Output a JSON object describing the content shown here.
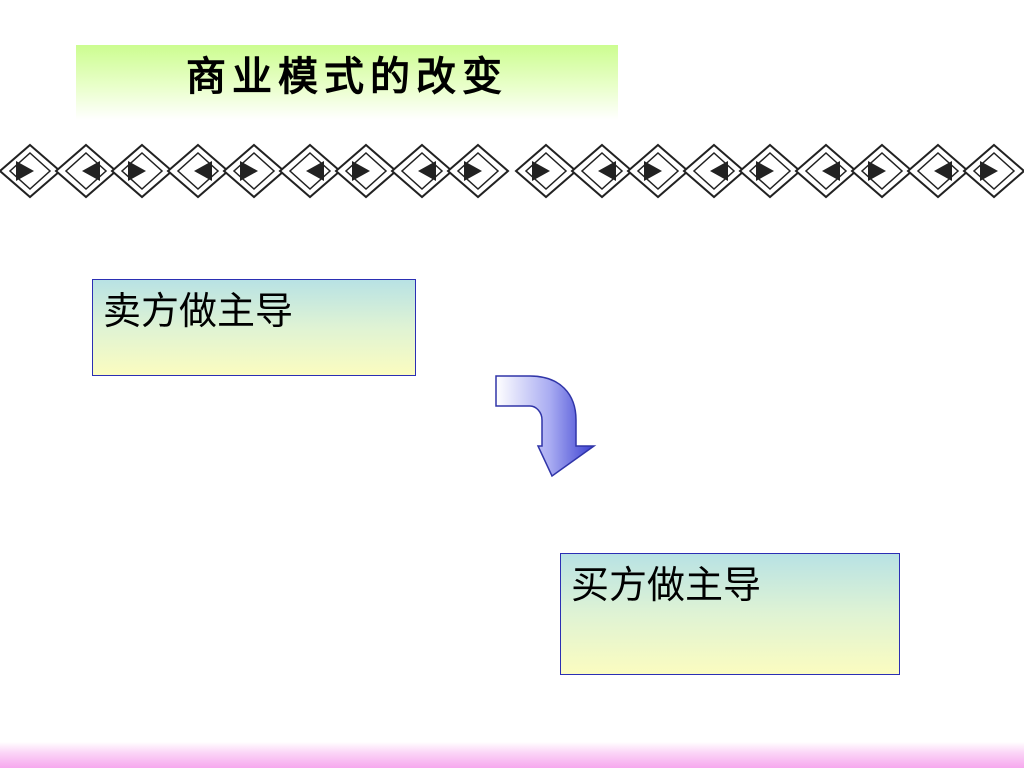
{
  "slide": {
    "title": "商业模式的改变",
    "from_box": {
      "label": "卖方做主导"
    },
    "to_box": {
      "label": "买方做主导"
    }
  },
  "colors": {
    "title_band": "#ccfd90",
    "box_border": "#2b2fb4",
    "box_top": "#b8e2e4",
    "box_bottom": "#fbfcc0",
    "arrow_dark": "#3a3fd0",
    "arrow_light": "#ffffff",
    "bottom_bar": "#f6a8ee",
    "diamond_dark": "#222222"
  },
  "icons": {
    "transition_arrow": "curved-down-arrow-icon",
    "border_pattern": "diamond-border"
  }
}
